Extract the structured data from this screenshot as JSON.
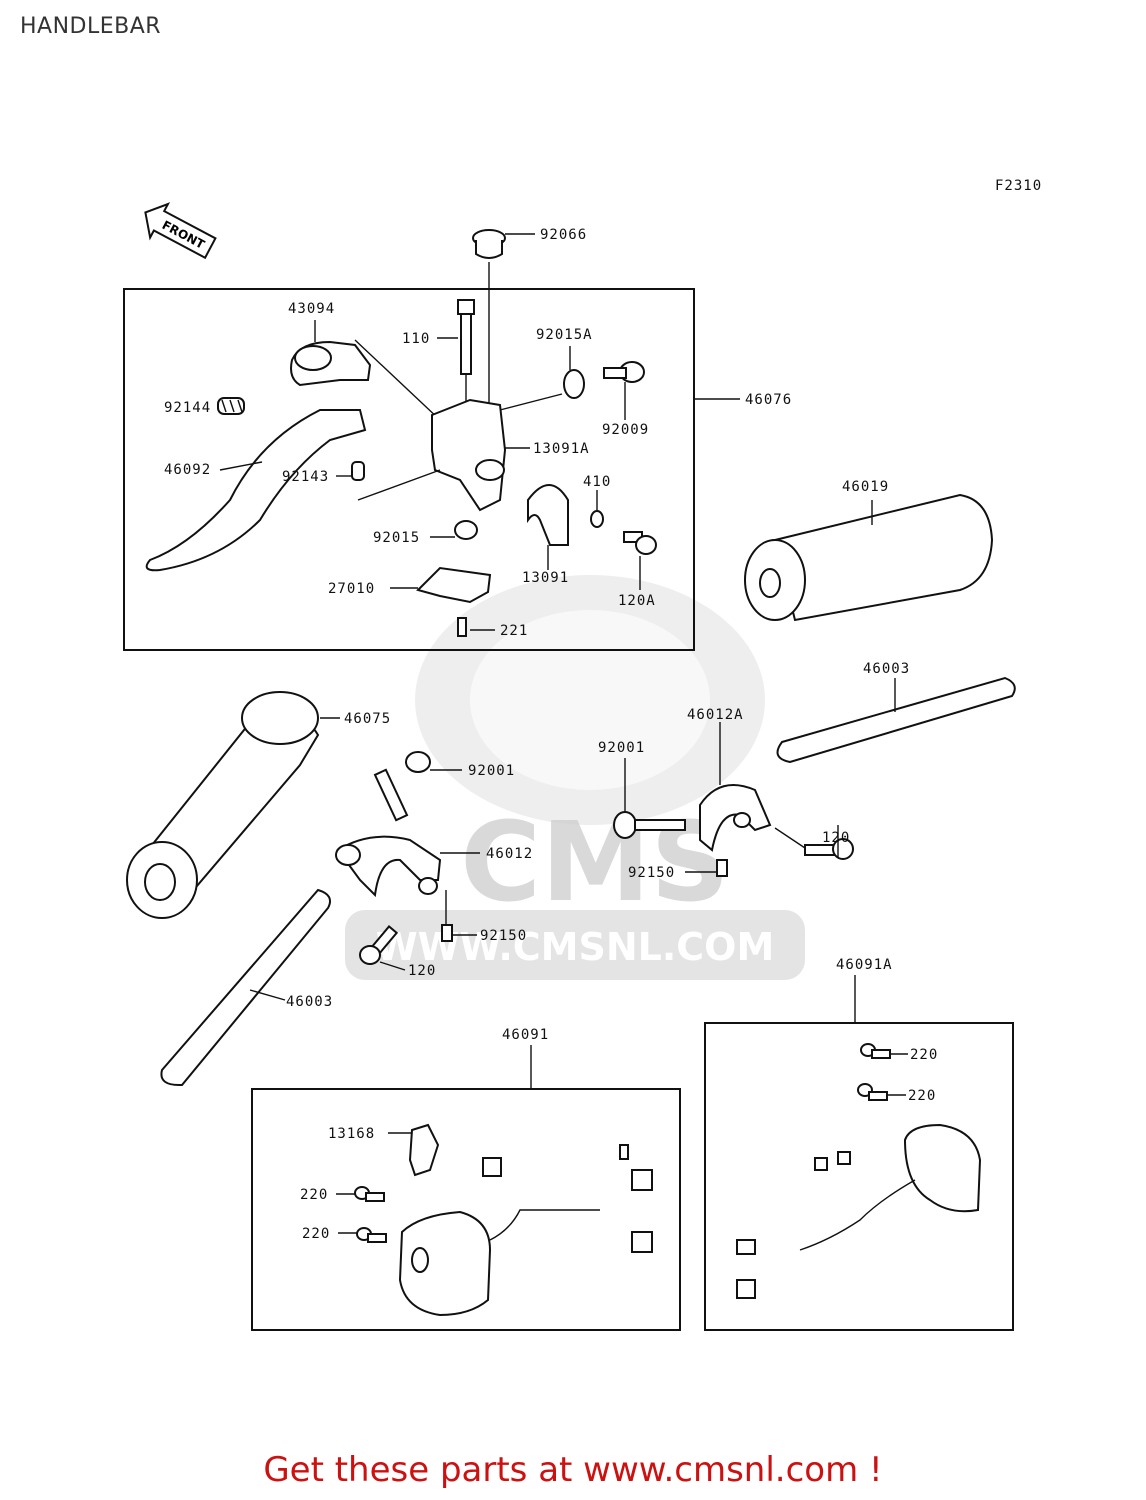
{
  "title": "HANDLEBAR",
  "figure_code": "F2310",
  "front_arrow": "FRONT",
  "watermark": {
    "logo": "CMS",
    "url": "WWW.CMSNL.COM"
  },
  "callouts": {
    "p92066": "92066",
    "p43094": "43094",
    "p110": "110",
    "p92015A": "92015A",
    "p92144": "92144",
    "p46076": "46076",
    "p92009": "92009",
    "p46092": "46092",
    "p92143": "92143",
    "p13091A": "13091A",
    "p410": "410",
    "p46019": "46019",
    "p92015": "92015",
    "p13091": "13091",
    "p27010": "27010",
    "p120A": "120A",
    "p221": "221",
    "p46003_top": "46003",
    "p46075": "46075",
    "p46012A": "46012A",
    "p92001_left": "92001",
    "p92001_right": "92001",
    "p46012": "46012",
    "p120_right": "120",
    "p92150_right": "92150",
    "p92150_left": "92150",
    "p120_left": "120",
    "p46003_bottom": "46003",
    "p46091A": "46091A",
    "p46091": "46091",
    "p220_a": "220",
    "p220_b": "220",
    "p13168": "13168",
    "p220_c": "220",
    "p220_d": "220"
  },
  "footer_text": "Get these parts at www.cmsnl.com !"
}
